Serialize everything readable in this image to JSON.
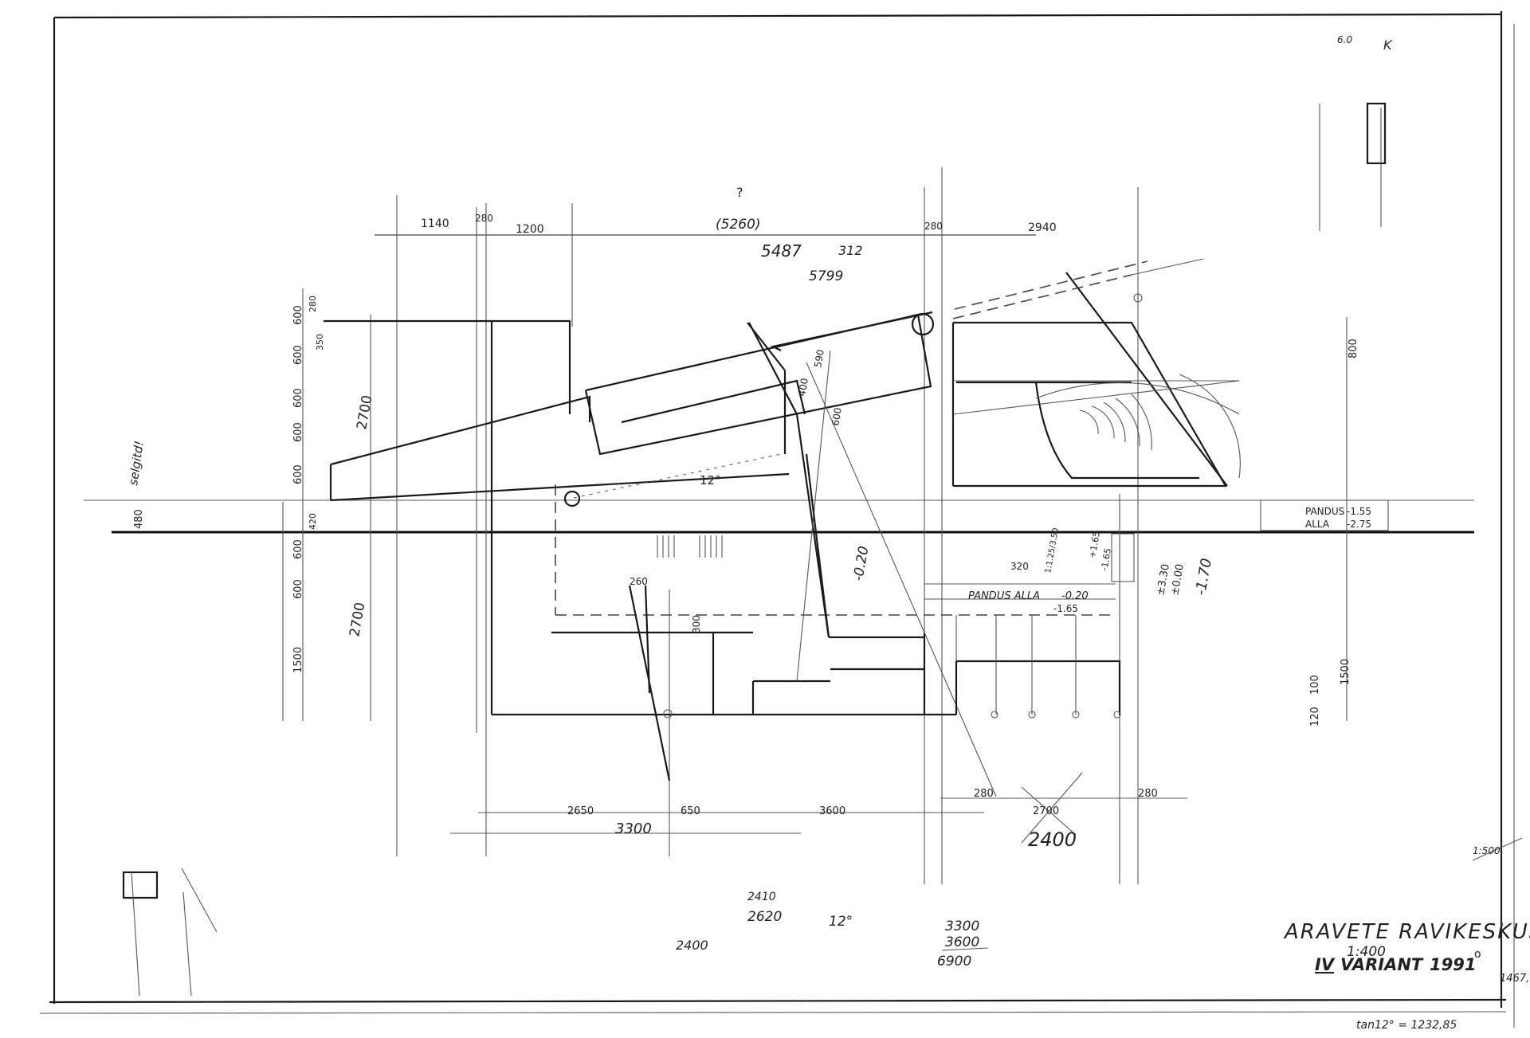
{
  "title_block": {
    "name": "ARAVETE RAVIKESKUS",
    "scale": "1:400",
    "variant": "IV VARIANT 1991",
    "variant_numeral": "IV",
    "variant_word": "VARIANT",
    "year": "1991",
    "degree_mark": "o"
  },
  "annotations": {
    "question": "?",
    "sum_a": "(5260)",
    "sum_b": "5487",
    "sum_c": "312",
    "sum_d": "5799",
    "note_left": "selgitd!",
    "calc_bottom": "tan12° = 1232,85",
    "corner_note": "1467,",
    "scale_note": "1:500",
    "angle_1": "12°",
    "angle_2": "12°",
    "calc_1": "2400",
    "calc_2a": "2410",
    "calc_2b": "2620",
    "stack_1": "3300",
    "stack_2": "3600",
    "stack_3": "6900",
    "top_right_a": "6.0",
    "top_right_b": "K",
    "big_2400": "2400"
  },
  "dimensions": {
    "top": [
      "1140",
      "280",
      "1200",
      "280",
      "2940"
    ],
    "top_inner": [
      "590",
      "400",
      "600"
    ],
    "left": [
      "600",
      "600",
      "600",
      "600",
      "600",
      "480",
      "600",
      "600",
      "1500"
    ],
    "left_small": [
      "280",
      "350",
      "420"
    ],
    "left_big": [
      "2700",
      "2700"
    ],
    "right": [
      "800",
      "1500",
      "120",
      "100"
    ],
    "bottom": [
      "2650",
      "650",
      "3600",
      "280",
      "2700",
      "280"
    ],
    "bottom_total": "3300",
    "misc": [
      "260",
      "300",
      "320"
    ]
  },
  "levels": {
    "ramp_label": "PANDUS",
    "ramp_value": "-1.55",
    "under_label": "ALLA",
    "under_value": "-2.75",
    "ramp_down_text": "PANDUS ALLA",
    "ramp_down_value": "-0.20",
    "level_a": "-0.20",
    "level_b": "-1.65",
    "level_c": "-1.70",
    "level_d": "+1.65",
    "level_e": "-1.65",
    "level_f": "±3.30",
    "level_g": "±0.00",
    "level_h": "1:1.25/3.50"
  }
}
